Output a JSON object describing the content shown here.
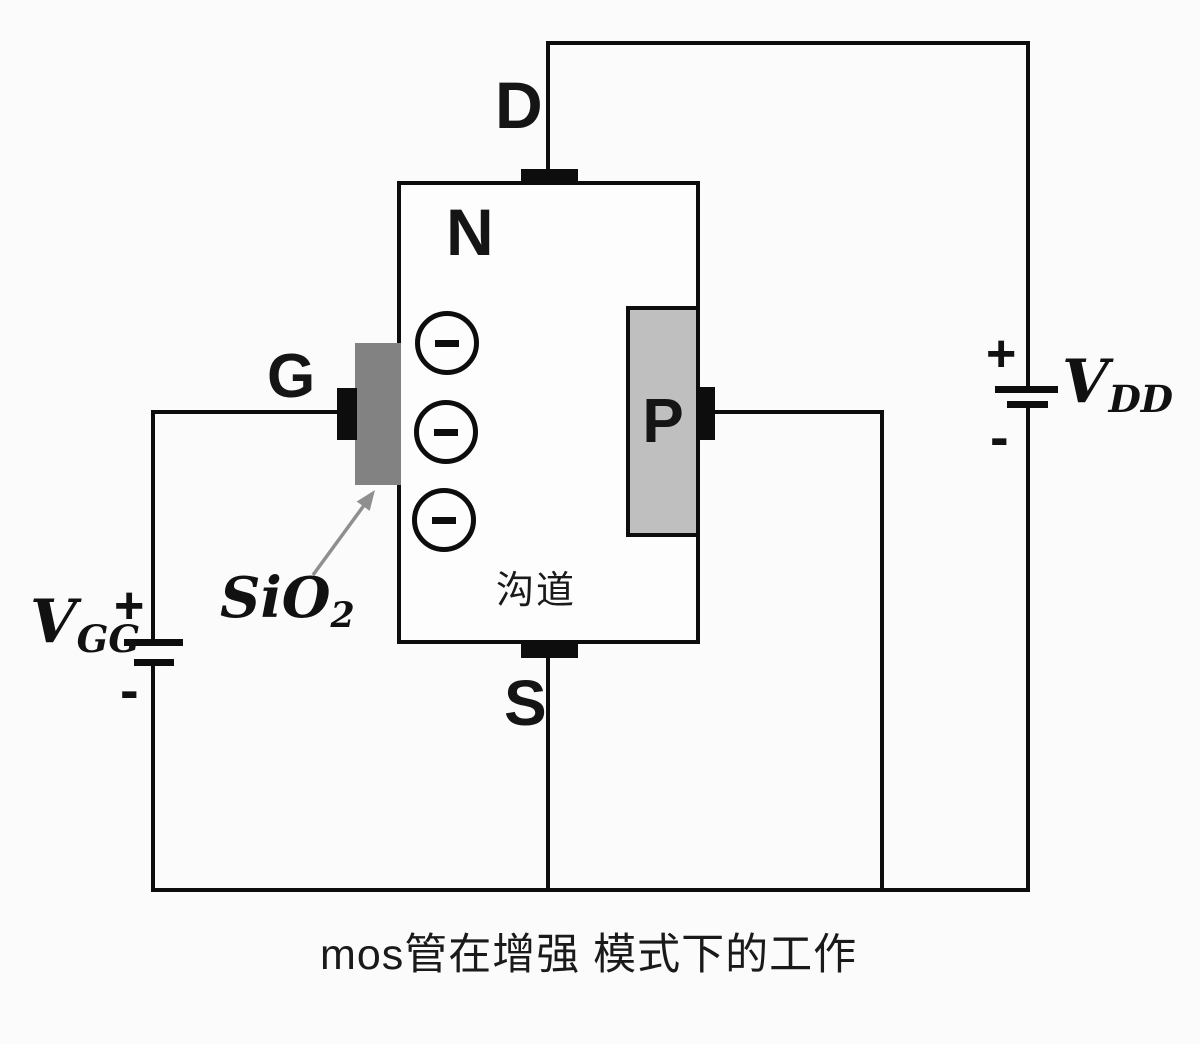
{
  "diagram": {
    "title_caption": "mos管在增强 模式下的工作",
    "terminals": {
      "drain_label": "D",
      "gate_label": "G",
      "source_label": "S"
    },
    "regions": {
      "substrate_label": "N",
      "p_region_label": "P",
      "channel_label": "沟道"
    },
    "oxide_label": {
      "base": "SiO",
      "sub": "2"
    },
    "voltage_sources": {
      "vgg": {
        "base": "V",
        "sub": "GG",
        "plus": "+",
        "minus": "-"
      },
      "vdd": {
        "base": "V",
        "sub": "DD",
        "plus": "+",
        "minus": "-"
      }
    },
    "electrons": {
      "count": 3,
      "symbol": "−"
    },
    "colors": {
      "line": "#0d0d0d",
      "oxide_gray": "#828282",
      "p_region_gray": "#bfbfbf",
      "arrow_gray": "#8f8f8f",
      "background": "#fbfbfb"
    }
  }
}
